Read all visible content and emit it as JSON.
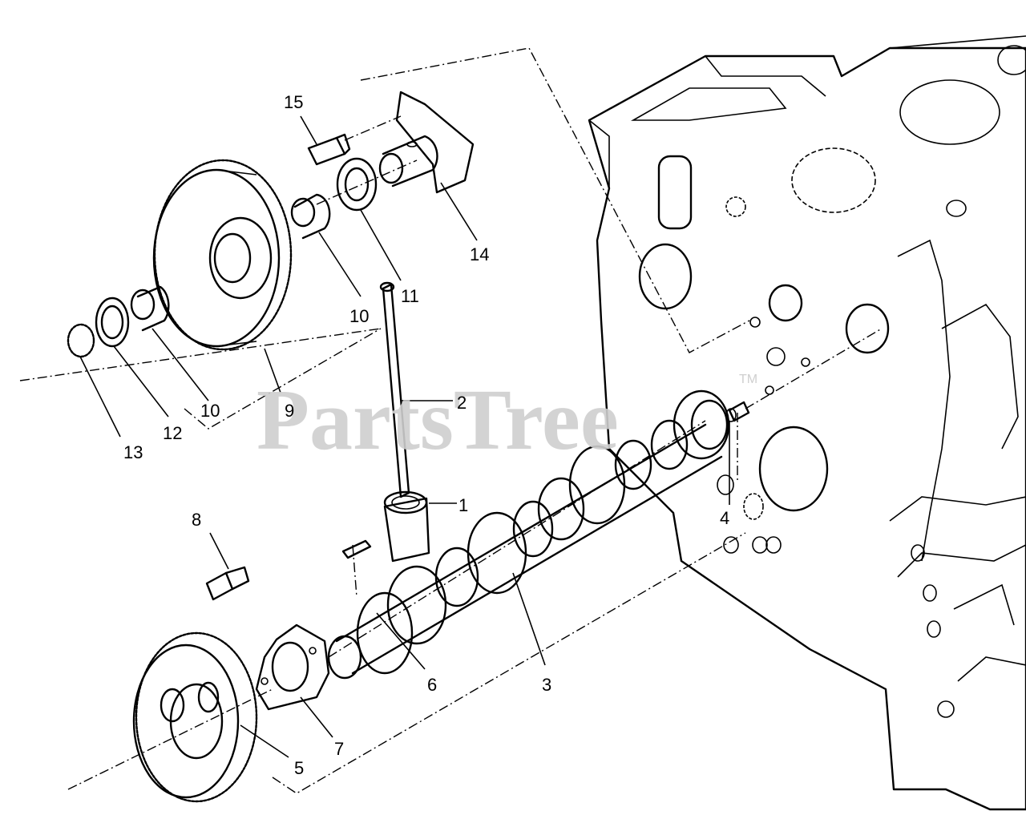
{
  "watermark": {
    "text": "PartsTree",
    "mark": "TM"
  },
  "parts": [
    {
      "label": "1"
    },
    {
      "label": "2"
    },
    {
      "label": "3"
    },
    {
      "label": "4"
    },
    {
      "label": "5"
    },
    {
      "label": "6"
    },
    {
      "label": "7"
    },
    {
      "label": "8"
    },
    {
      "label": "9"
    },
    {
      "label": "10"
    },
    {
      "label": "10"
    },
    {
      "label": "11"
    },
    {
      "label": "12"
    },
    {
      "label": "13"
    },
    {
      "label": "14"
    },
    {
      "label": "15"
    }
  ]
}
